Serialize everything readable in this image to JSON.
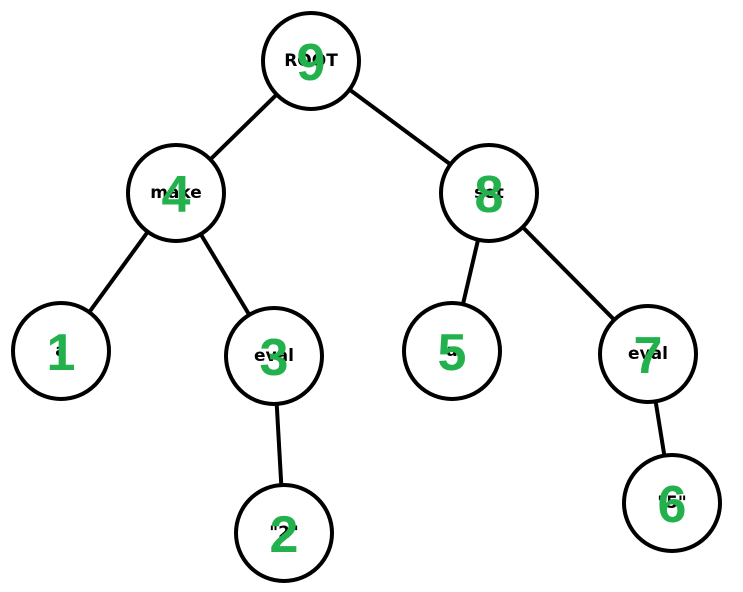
{
  "colors": {
    "stroke": "#000000",
    "node_fill": "#ffffff",
    "order_number": "#22b14c"
  },
  "nodes": [
    {
      "id": "root",
      "label": "ROOT",
      "order": "9"
    },
    {
      "id": "make",
      "label": "make",
      "order": "4"
    },
    {
      "id": "set",
      "label": "set",
      "order": "8"
    },
    {
      "id": "a1",
      "label": "a",
      "order": "1"
    },
    {
      "id": "eval1",
      "label": "eval",
      "order": "3"
    },
    {
      "id": "a2",
      "label": "a",
      "order": "5"
    },
    {
      "id": "eval2",
      "label": "eval",
      "order": "7"
    },
    {
      "id": "str2",
      "label": "\"2\"",
      "order": "2"
    },
    {
      "id": "str5",
      "label": "\"5\"",
      "order": "6"
    }
  ],
  "edges": [
    {
      "from": "root",
      "to": "make"
    },
    {
      "from": "root",
      "to": "set"
    },
    {
      "from": "make",
      "to": "a1"
    },
    {
      "from": "make",
      "to": "eval1"
    },
    {
      "from": "eval1",
      "to": "str2"
    },
    {
      "from": "set",
      "to": "a2"
    },
    {
      "from": "set",
      "to": "eval2"
    },
    {
      "from": "eval2",
      "to": "str5"
    }
  ]
}
